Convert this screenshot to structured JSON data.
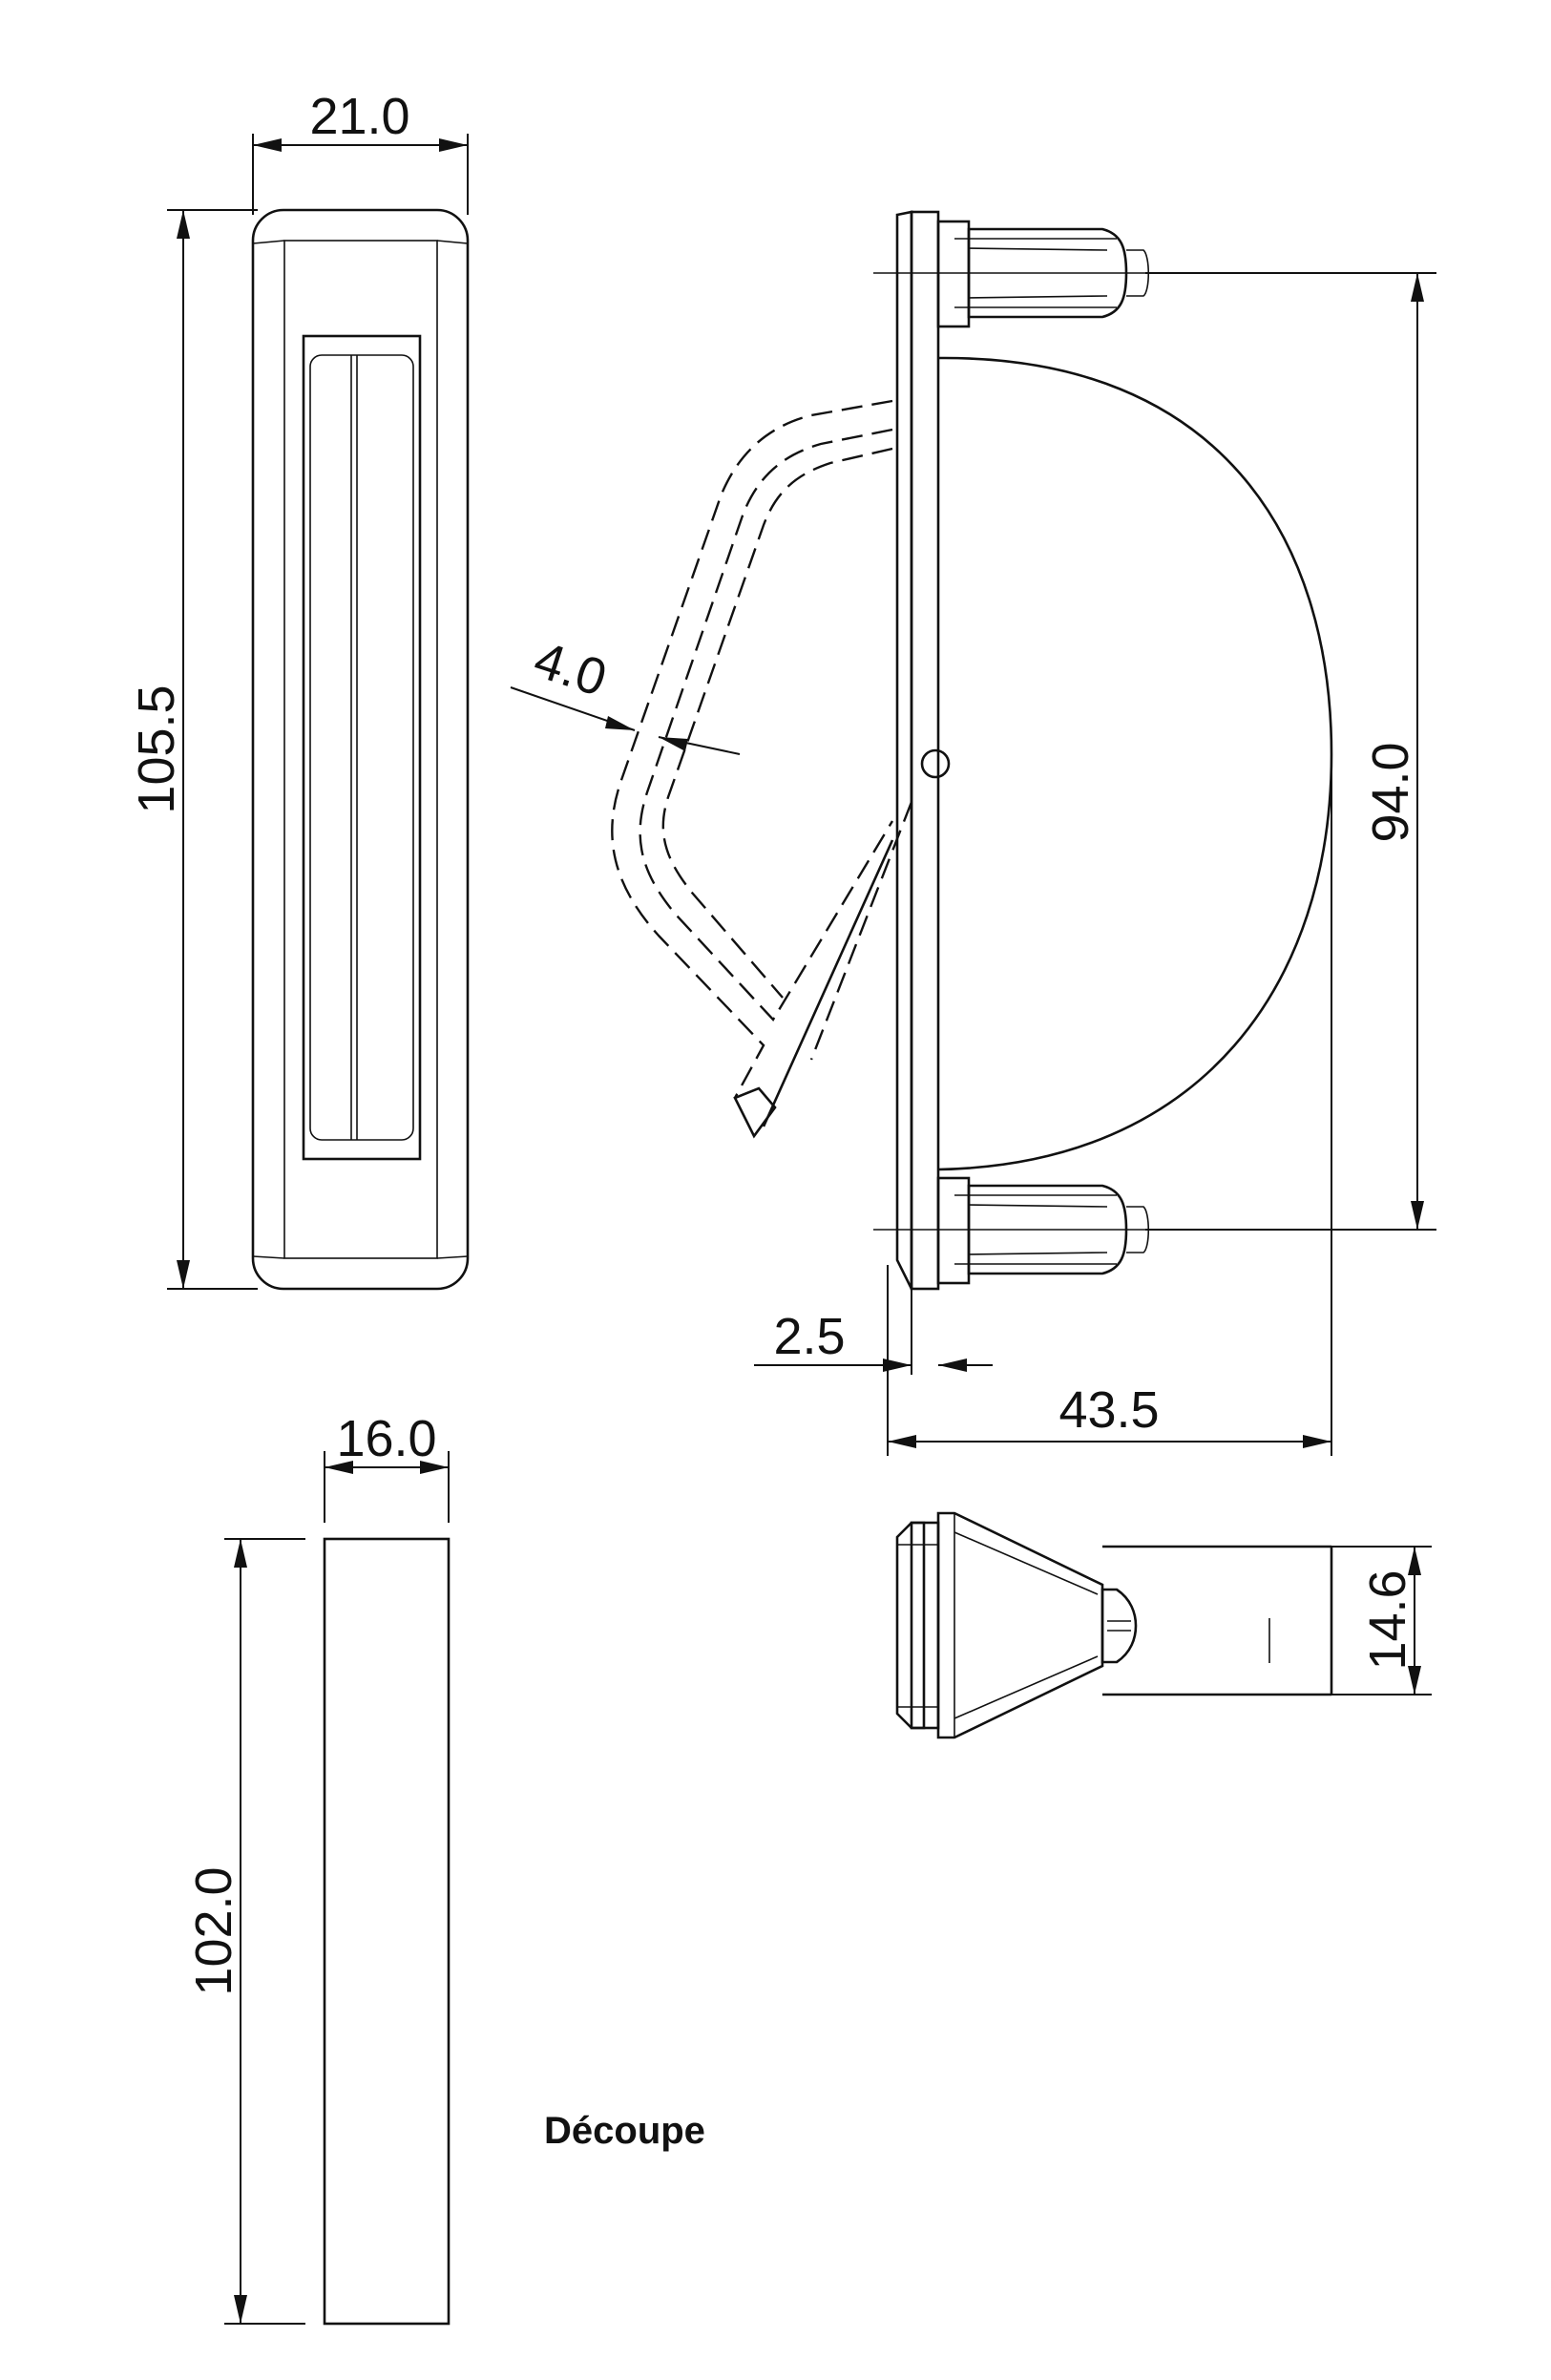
{
  "dimensions": {
    "front_width": "21.0",
    "front_height": "105.5",
    "handle_thickness": "4.0",
    "mount_spacing": "94.0",
    "plate_thickness": "2.5",
    "depth": "43.5",
    "cutout_width": "16.0",
    "cutout_height": "102.0",
    "top_view_height": "14.6"
  },
  "labels": {
    "cutout": "Découpe"
  }
}
